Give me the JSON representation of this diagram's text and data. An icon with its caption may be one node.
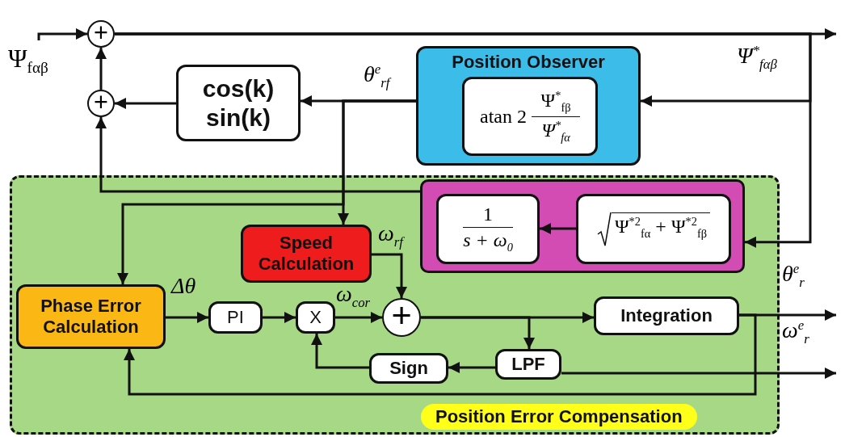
{
  "diagram": {
    "nodes": [
      {
        "text": [
          "+"
        ]
      },
      {
        "text": [
          "+"
        ]
      },
      {
        "text": [
          "cos(k) sin(k)"
        ]
      },
      {
        "text": [
          "Position Observer"
        ]
      },
      {
        "text": [
          "atan 2",
          "Ψ$^{*}$$_{fβ}$",
          "Ψ$^{*}$$_{fα}$"
        ],
        "in": 3
      },
      {
        "text": [
          "Position Error Compensation"
        ]
      },
      {
        "text": [],
        "shape": "box",
        "in": 5
      },
      {
        "text": [
          "1",
          "s + ω$_{0}$"
        ],
        "in": 6
      },
      {
        "text": [
          "Ψ$^{*2}$$_{fα}$ + Ψ$^{*2}$$_{fβ}$"
        ],
        "in": 6
      },
      {
        "text": [
          "Speed Calculation"
        ],
        "in": 5
      },
      {
        "text": [
          "Phase Error Calculation"
        ],
        "in": 5
      },
      {
        "text": [
          "PI"
        ],
        "in": 5
      },
      {
        "text": [
          "X"
        ],
        "in": 5
      },
      {
        "text": [
          "+"
        ],
        "in": 5
      },
      {
        "text": [
          "Integration"
        ],
        "in": 5
      },
      {
        "text": [
          "LPF"
        ],
        "in": 5
      },
      {
        "text": [
          "Sign"
        ],
        "in": 5
      },
      {
        "text": [
          "Ψ$_{fαβ}$"
        ]
      }
    ],
    "edges": [
      {
        "from": 17,
        "to": 0,
        "arrow": "to"
      },
      {
        "from": 1,
        "to": 0,
        "arrow": "to"
      },
      {
        "from": 2,
        "to": 1,
        "arrow": "to"
      },
      {
        "from": 3,
        "to": 2,
        "arrow": "to",
        "label": "θ$^{e}$$_{rf}$"
      },
      {
        "from": 0,
        "to": null,
        "arrow": "to",
        "label": "Ψ$^{*}$$_{fαβ}$"
      },
      {
        "from": 0,
        "to": 3,
        "arrow": "to"
      },
      {
        "from": 0,
        "to": 6,
        "arrow": "to"
      },
      {
        "from": 6,
        "to": 1,
        "arrow": "to"
      },
      {
        "from": 3,
        "to": 9,
        "arrow": "to"
      },
      {
        "from": 3,
        "to": 10,
        "arrow": "to"
      },
      {
        "from": 8,
        "to": 7,
        "arrow": "to"
      },
      {
        "from": 10,
        "to": 11,
        "arrow": "to",
        "label": "Δθ"
      },
      {
        "from": 11,
        "to": 12,
        "arrow": "to"
      },
      {
        "from": 12,
        "to": 13,
        "arrow": "to",
        "label": "ω$_{cor}$"
      },
      {
        "from": 9,
        "to": 13,
        "arrow": "to",
        "label": "ω$_{rf}$"
      },
      {
        "from": 13,
        "to": 14,
        "arrow": "to"
      },
      {
        "from": 13,
        "to": 15,
        "arrow": "to"
      },
      {
        "from": 15,
        "to": 16,
        "arrow": "to"
      },
      {
        "from": 16,
        "to": 12,
        "arrow": "to"
      },
      {
        "from": 14,
        "to": null,
        "arrow": "to",
        "label": "θ$^{e}$$_{r}$"
      },
      {
        "from": 14,
        "to": 10,
        "arrow": "to"
      },
      {
        "from": 15,
        "to": null,
        "arrow": "to",
        "label": "ω$^{e}$$_{r}$"
      }
    ]
  }
}
